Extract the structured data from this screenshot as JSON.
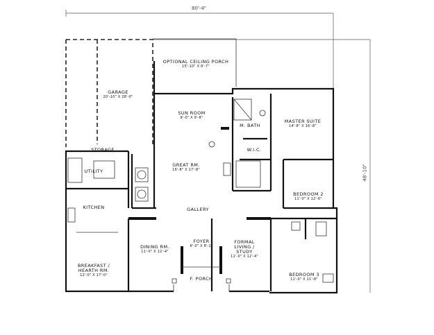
{
  "dimensions": {
    "overall_width": "80'-4\"",
    "overall_depth": "48'-10\""
  },
  "rooms": [
    {
      "id": "porch",
      "name": "OPTIONAL CEILING PORCH",
      "size": "15'-10\" X 8'-7\""
    },
    {
      "id": "garage",
      "name": "GARAGE",
      "size": "20'-10\" X 28'-0\""
    },
    {
      "id": "sunroom",
      "name": "SUN ROOM",
      "size": "9'-0\" X 9'-8\""
    },
    {
      "id": "bath",
      "name": "M. BATH",
      "size": ""
    },
    {
      "id": "master",
      "name": "MASTER SUITE",
      "size": "14'-8\" X 16'-8\""
    },
    {
      "id": "storage",
      "name": "STORAGE",
      "size": ""
    },
    {
      "id": "great",
      "name": "GREAT RM.",
      "size": "16'-8\" X 17'-8\""
    },
    {
      "id": "utility",
      "name": "UTILITY",
      "size": ""
    },
    {
      "id": "wic",
      "name": "W.I.C.",
      "size": ""
    },
    {
      "id": "bed2",
      "name": "BEDROOM 2",
      "size": "11'-0\" X 12'-6\""
    },
    {
      "id": "gallery",
      "name": "GALLERY",
      "size": ""
    },
    {
      "id": "kitchen",
      "name": "KITCHEN",
      "size": ""
    },
    {
      "id": "dining",
      "name": "DINING RM.",
      "size": "11'-0\" X 12'-4\""
    },
    {
      "id": "foyer",
      "name": "FOYER",
      "size": "6'-0\" X 8'-1\""
    },
    {
      "id": "living",
      "name": "FORMAL LIVING / STUDY",
      "size": "11'-0\" X 12'-4\""
    },
    {
      "id": "breakfast",
      "name": "BREAKFAST / HEARTH RM.",
      "size": "12'-0\" X 17'-0\""
    },
    {
      "id": "fporch",
      "name": "F. PORCH",
      "size": ""
    },
    {
      "id": "bed3",
      "name": "BEDROOM 3",
      "size": "11'-0\" X 11'-8\""
    }
  ]
}
